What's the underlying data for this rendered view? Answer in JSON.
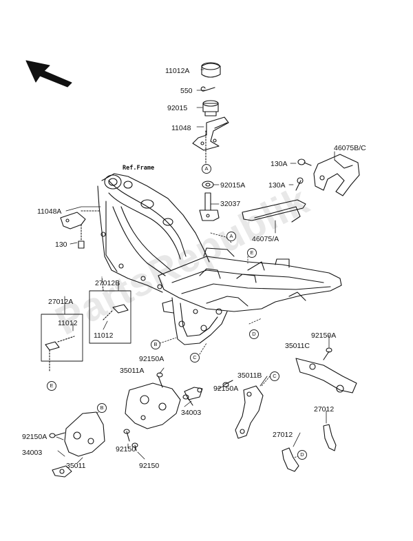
{
  "watermark": "PartsRepublik",
  "diagram": {
    "ref_frame": "Ref.Frame",
    "parts": [
      {
        "id": "p1",
        "label": "11012A"
      },
      {
        "id": "p2",
        "label": "550"
      },
      {
        "id": "p3",
        "label": "92015"
      },
      {
        "id": "p4",
        "label": "11048"
      },
      {
        "id": "p5",
        "label": "46075B/C"
      },
      {
        "id": "p6",
        "label": "130A"
      },
      {
        "id": "p7",
        "label": "92015A"
      },
      {
        "id": "p8",
        "label": "130A"
      },
      {
        "id": "p9",
        "label": "32037"
      },
      {
        "id": "p10",
        "label": "11048A"
      },
      {
        "id": "p11",
        "label": "46075/A"
      },
      {
        "id": "p12",
        "label": "130"
      },
      {
        "id": "p13",
        "label": "27012B"
      },
      {
        "id": "p14",
        "label": "27012A"
      },
      {
        "id": "p15",
        "label": "11012"
      },
      {
        "id": "p16",
        "label": "11012"
      },
      {
        "id": "p17",
        "label": "92150A"
      },
      {
        "id": "p18",
        "label": "35011C"
      },
      {
        "id": "p19",
        "label": "92150A"
      },
      {
        "id": "p20",
        "label": "35011A"
      },
      {
        "id": "p21",
        "label": "35011B"
      },
      {
        "id": "p22",
        "label": "92150A"
      },
      {
        "id": "p23",
        "label": "34003"
      },
      {
        "id": "p24",
        "label": "27012"
      },
      {
        "id": "p25",
        "label": "92150A"
      },
      {
        "id": "p26",
        "label": "34003"
      },
      {
        "id": "p27",
        "label": "92150"
      },
      {
        "id": "p28",
        "label": "27012"
      },
      {
        "id": "p29",
        "label": "35011"
      },
      {
        "id": "p30",
        "label": "92150"
      }
    ],
    "markers": [
      "A",
      "A",
      "E",
      "B",
      "C",
      "D",
      "E",
      "B",
      "C",
      "D"
    ]
  }
}
